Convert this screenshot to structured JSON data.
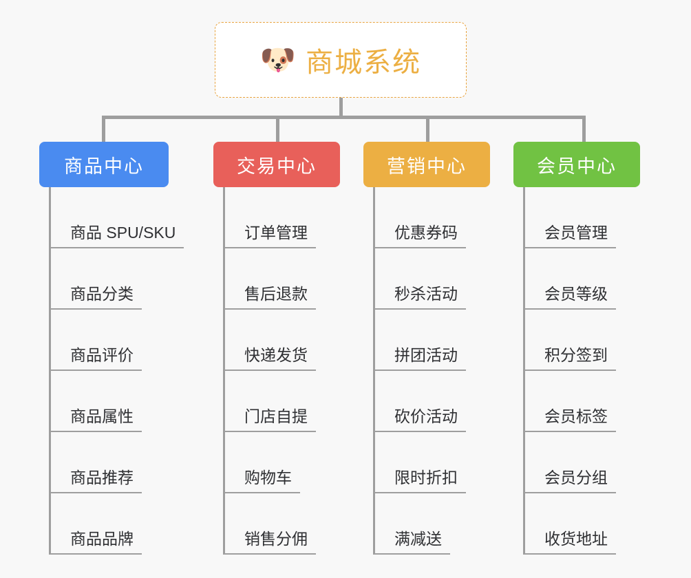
{
  "background_color": "#f8f8f8",
  "root": {
    "icon": "shiba-dog-face-icon",
    "emoji": "🐶",
    "title": "商城系统",
    "text_color": "#ecaf43",
    "border_color": "#e8a33d"
  },
  "connector_color": "#9e9e9e",
  "categories": [
    {
      "label": "商品中心",
      "color": "#4a8bf0",
      "items": [
        "商品 SPU/SKU",
        "商品分类",
        "商品评价",
        "商品属性",
        "商品推荐",
        "商品品牌"
      ]
    },
    {
      "label": "交易中心",
      "color": "#e8605a",
      "items": [
        "订单管理",
        "售后退款",
        "快递发货",
        "门店自提",
        "购物车",
        "销售分佣"
      ]
    },
    {
      "label": "营销中心",
      "color": "#ecaf43",
      "items": [
        "优惠券码",
        "秒杀活动",
        "拼团活动",
        "砍价活动",
        "限时折扣",
        "满减送"
      ]
    },
    {
      "label": "会员中心",
      "color": "#71c243",
      "items": [
        "会员管理",
        "会员等级",
        "积分签到",
        "会员标签",
        "会员分组",
        "收货地址"
      ]
    }
  ]
}
